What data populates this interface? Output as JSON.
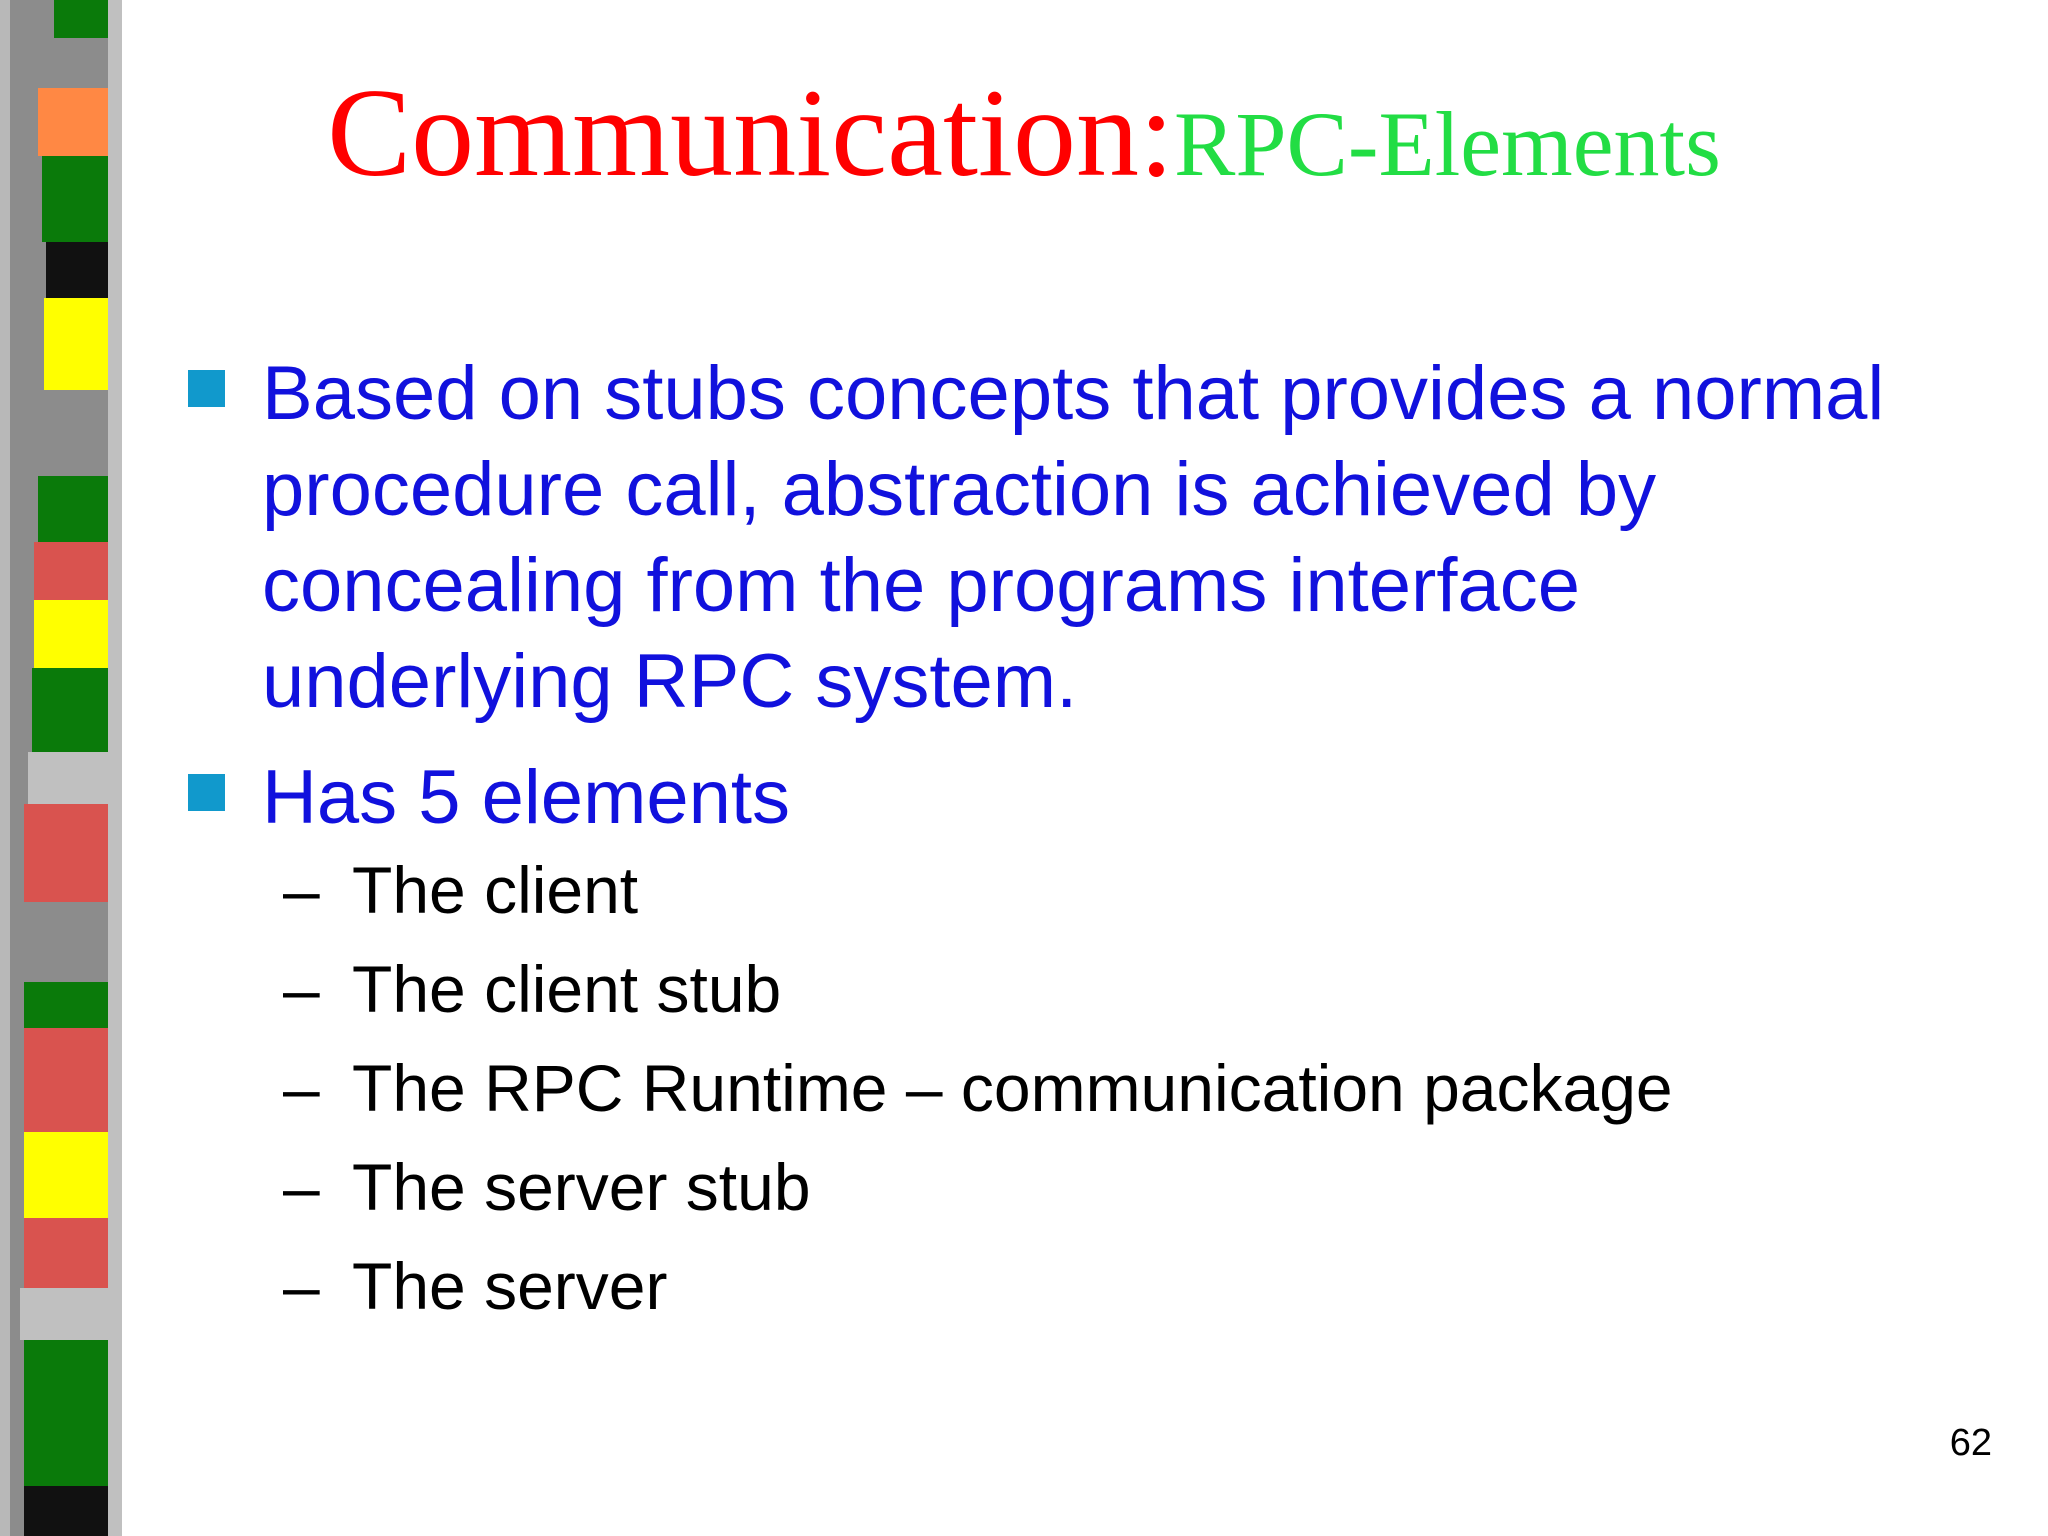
{
  "slide": {
    "title_main": "Communication:",
    "title_sub": "RPC-Elements",
    "bullets": [
      {
        "lines": [
          "Based on stubs concepts that provides a normal",
          "procedure call, abstraction is achieved by",
          "concealing from the programs interface",
          "underlying RPC system."
        ]
      },
      {
        "lines": [
          "Has 5 elements"
        ]
      }
    ],
    "sub_items": [
      "The client",
      "The client stub",
      "The RPC Runtime – communication package",
      "The server stub",
      "The server"
    ],
    "dash": "–",
    "page_number": "62"
  },
  "colors": {
    "title_main": "#ff0000",
    "title_sub": "#22dd44",
    "bullet_text": "#1111dd",
    "bullet_marker": "#1199cc"
  }
}
